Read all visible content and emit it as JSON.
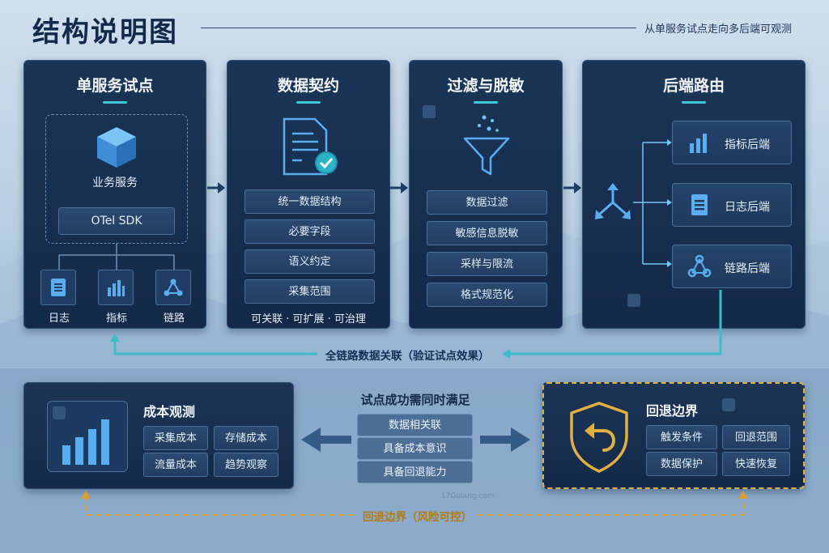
{
  "header": {
    "title": "结构说明图",
    "subtitle": "从单服务试点走向多后端可观测"
  },
  "stage1": {
    "title": "单服务试点",
    "service_label": "业务服务",
    "sdk_label": "OTel SDK",
    "signals": [
      {
        "label": "日志",
        "icon": "document-icon"
      },
      {
        "label": "指标",
        "icon": "bar-chart-icon"
      },
      {
        "label": "链路",
        "icon": "trace-nodes-icon"
      }
    ]
  },
  "stage2": {
    "title": "数据契约",
    "items": [
      "统一数据结构",
      "必要字段",
      "语义约定",
      "采集范围"
    ],
    "footer": "可关联 · 可扩展 · 可治理"
  },
  "stage3": {
    "title": "过滤与脱敏",
    "items": [
      "数据过滤",
      "敏感信息脱敏",
      "采样与限流",
      "格式规范化"
    ]
  },
  "stage4": {
    "title": "后端路由",
    "backends": [
      {
        "label": "指标后端",
        "icon": "bar-chart-icon"
      },
      {
        "label": "日志后端",
        "icon": "document-icon"
      },
      {
        "label": "链路后端",
        "icon": "trace-nodes-icon"
      }
    ]
  },
  "correlation_loop": {
    "label": "全链路数据关联（验证试点效果）"
  },
  "cost": {
    "title": "成本观测",
    "items": [
      "采集成本",
      "存储成本",
      "流量成本",
      "趋势观察"
    ]
  },
  "conditions": {
    "title": "试点成功需同时满足",
    "items": [
      "数据相关联",
      "具备成本意识",
      "具备回退能力"
    ]
  },
  "fallback": {
    "title": "回退边界",
    "items": [
      "触发条件",
      "回退范围",
      "数据保护",
      "快速恢复"
    ]
  },
  "fallback_loop": {
    "label": "回退边界（风险可控）"
  },
  "watermark": "17Golang.com",
  "colors": {
    "panel": "#17304f",
    "accent": "#3ec7d6",
    "icon_blue": "#4aa3e8",
    "connector": "#3bbcc8",
    "fallback_gold": "#e0b040",
    "arrow_dark": "#1f3d66"
  }
}
